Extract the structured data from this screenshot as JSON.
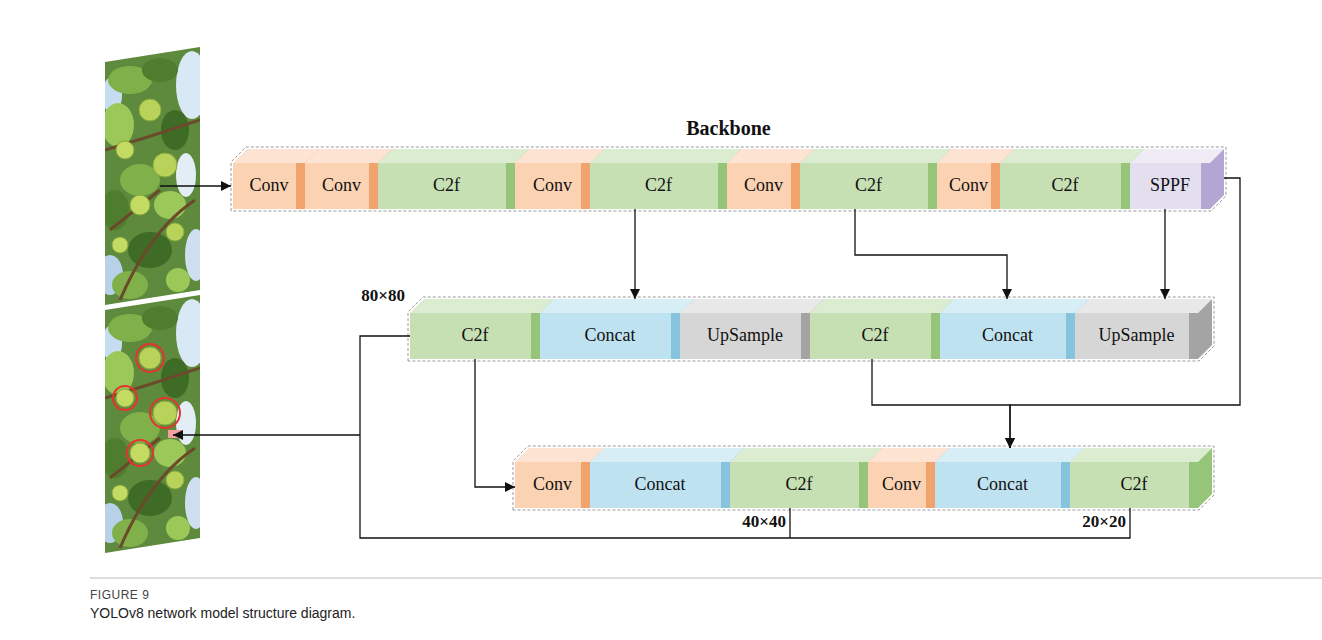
{
  "diagram": {
    "caption": "YOLOv8 network model structure diagram.",
    "nodes": [
      {
        "text": [
          "Backbone"
        ]
      },
      {
        "text": [
          "Conv"
        ],
        "in": 0
      },
      {
        "text": [
          "Conv"
        ],
        "in": 0
      },
      {
        "text": [
          "C2f"
        ],
        "in": 0
      },
      {
        "text": [
          "Conv"
        ],
        "in": 0
      },
      {
        "text": [
          "C2f"
        ],
        "in": 0
      },
      {
        "text": [
          "Conv"
        ],
        "in": 0
      },
      {
        "text": [
          "C2f"
        ],
        "in": 0
      },
      {
        "text": [
          "Conv"
        ],
        "in": 0
      },
      {
        "text": [
          "C2f"
        ],
        "in": 0
      },
      {
        "text": [
          "SPPF"
        ],
        "in": 0
      },
      {
        "text": [
          "C2f"
        ]
      },
      {
        "text": [
          "Concat"
        ]
      },
      {
        "text": [
          "UpSample"
        ]
      },
      {
        "text": [
          "C2f"
        ]
      },
      {
        "text": [
          "Concat"
        ]
      },
      {
        "text": [
          "UpSample"
        ]
      },
      {
        "text": [
          "Conv"
        ]
      },
      {
        "text": [
          "Concat"
        ]
      },
      {
        "text": [
          "C2f"
        ]
      },
      {
        "text": [
          "Conv"
        ]
      },
      {
        "text": [
          "Concat"
        ]
      },
      {
        "text": [
          "C2f"
        ]
      }
    ],
    "edges": [
      {
        "from": 5,
        "to": 12,
        "arrow": "to"
      },
      {
        "from": 7,
        "to": 15,
        "arrow": "to"
      },
      {
        "from": 10,
        "to": 16,
        "arrow": "to"
      },
      {
        "from": 10,
        "to": 21,
        "arrow": "to"
      },
      {
        "from": 14,
        "to": 21,
        "arrow": "to"
      },
      {
        "from": 11,
        "to": 17,
        "arrow": "to"
      }
    ],
    "labels": [
      "80×80",
      "40×40",
      "20×20",
      "FIGURE 9"
    ]
  }
}
